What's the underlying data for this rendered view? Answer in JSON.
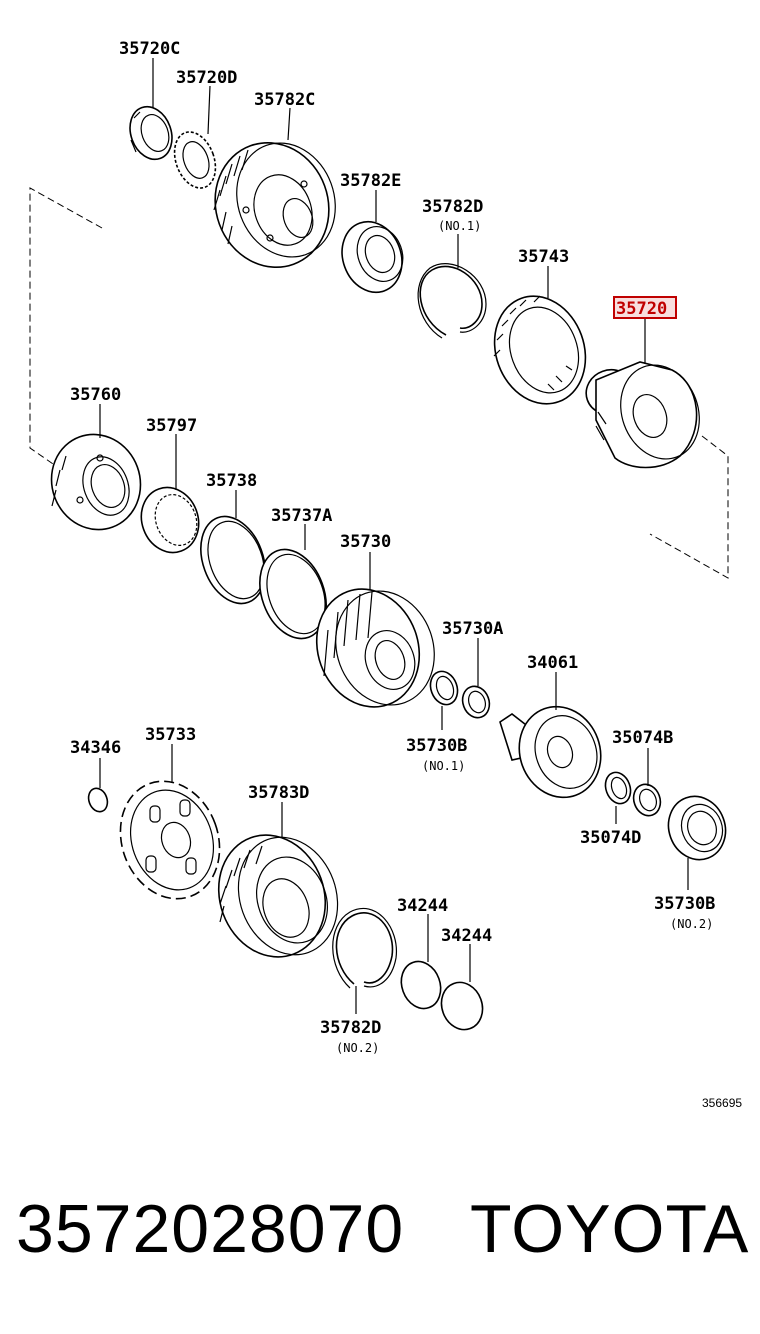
{
  "diagram": {
    "labels": {
      "p35720C": "35720C",
      "p35720D": "35720D",
      "p35782C": "35782C",
      "p35782E": "35782E",
      "p35782D_no1": "35782D",
      "p35782D_no1_sub": "(NO.1)",
      "p35743": "35743",
      "p35720": "35720",
      "p35760": "35760",
      "p35797": "35797",
      "p35738": "35738",
      "p35737A": "35737A",
      "p35730": "35730",
      "p35730A": "35730A",
      "p35730B_no1": "35730B",
      "p35730B_no1_sub": "(NO.1)",
      "p34061": "34061",
      "p35074B": "35074B",
      "p35074D": "35074D",
      "p35730B_no2": "35730B",
      "p35730B_no2_sub": "(NO.2)",
      "p34346": "34346",
      "p35733": "35733",
      "p35783D": "35783D",
      "p34244_a": "34244",
      "p34244_b": "34244",
      "p35782D_no2": "35782D",
      "p35782D_no2_sub": "(NO.2)"
    },
    "highlighted_part": "35720",
    "reference_code": "356695"
  },
  "footer": {
    "part_number": "3572028070",
    "brand": "TOYOTA"
  },
  "colors": {
    "highlight_stroke": "#c00000",
    "highlight_fill": "#f8dede",
    "ink": "#000000"
  }
}
